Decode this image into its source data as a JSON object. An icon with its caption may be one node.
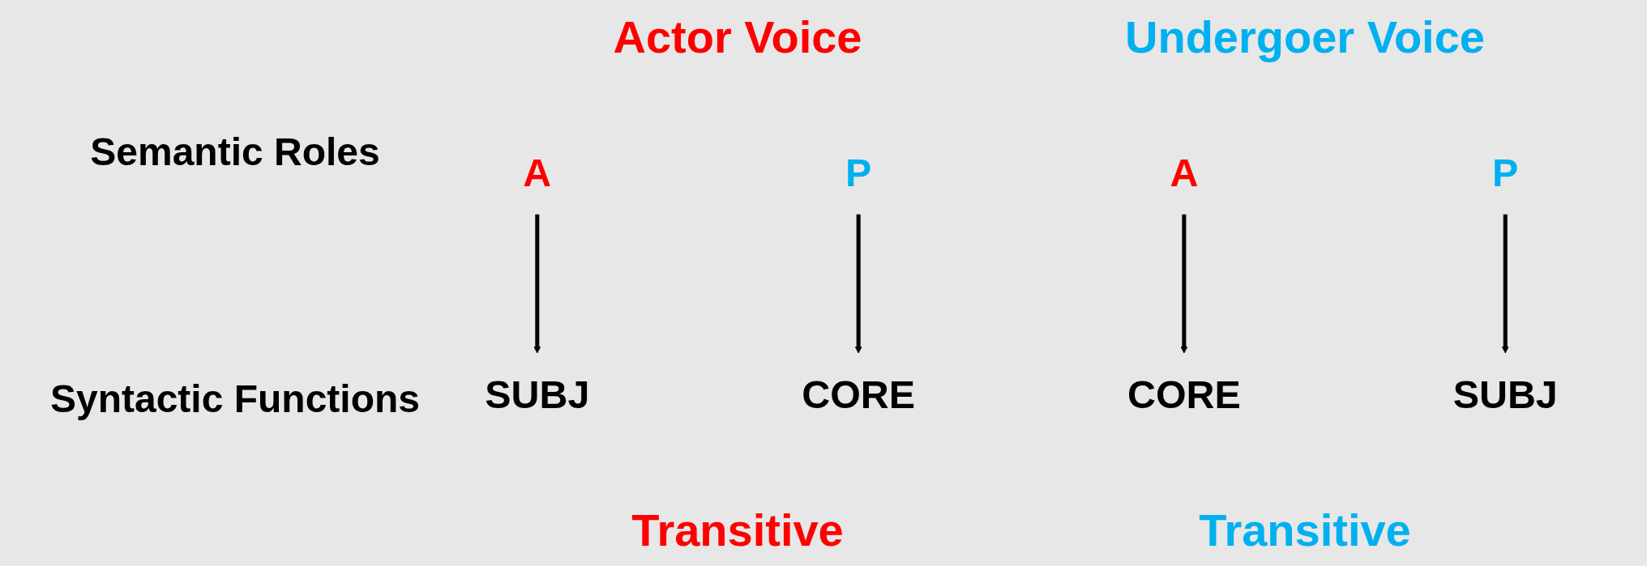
{
  "diagram": {
    "nodes": [
      {
        "text": [
          "A"
        ]
      },
      {
        "text": [
          "P"
        ]
      },
      {
        "text": [
          "A"
        ]
      },
      {
        "text": [
          "P"
        ]
      },
      {
        "text": [
          "SUBJ"
        ]
      },
      {
        "text": [
          "CORE"
        ]
      },
      {
        "text": [
          "SUBJ"
        ]
      },
      {
        "text": [
          "CORE"
        ]
      }
    ],
    "edges": [
      {
        "from": 0,
        "to": 4,
        "arrow": "to"
      },
      {
        "from": 1,
        "to": 5,
        "arrow": "to"
      },
      {
        "from": 2,
        "to": 7,
        "arrow": "to"
      },
      {
        "from": 3,
        "to": 6,
        "arrow": "to"
      }
    ],
    "labels": [
      "Actor Voice",
      "Undergoer Voice",
      "Semantic Roles",
      "Syntactic Functions",
      "Transitive",
      "Transitive"
    ]
  }
}
